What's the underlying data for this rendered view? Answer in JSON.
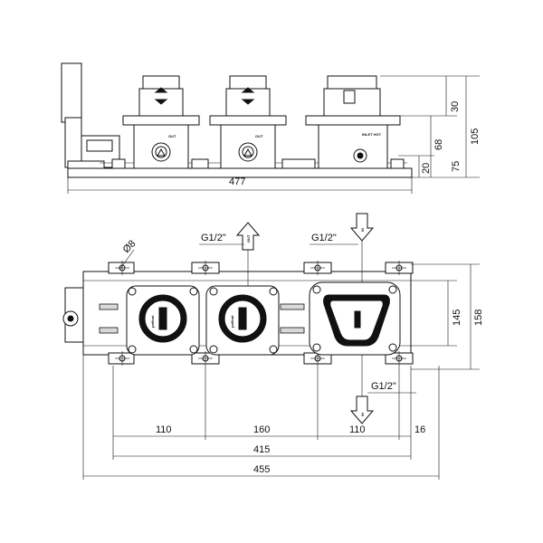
{
  "dimensions": {
    "top_width": "477",
    "h30": "30",
    "h68": "68",
    "h75": "75",
    "h105": "105",
    "h20": "20",
    "d8": "Ø8",
    "g1": "G1/2\"",
    "g2": "G1/2\"",
    "g3": "G1/2\"",
    "out_label": "OUT",
    "in_label": "IN",
    "h145": "145",
    "h158": "158",
    "w110a": "110",
    "w160": "160",
    "w110b": "110",
    "w16": "16",
    "w415": "415",
    "w455": "455"
  },
  "valve_labels": {
    "out1": "OUT",
    "out2": "OUT",
    "inlet": "INLET HOT"
  },
  "brand_text": "paffoni"
}
